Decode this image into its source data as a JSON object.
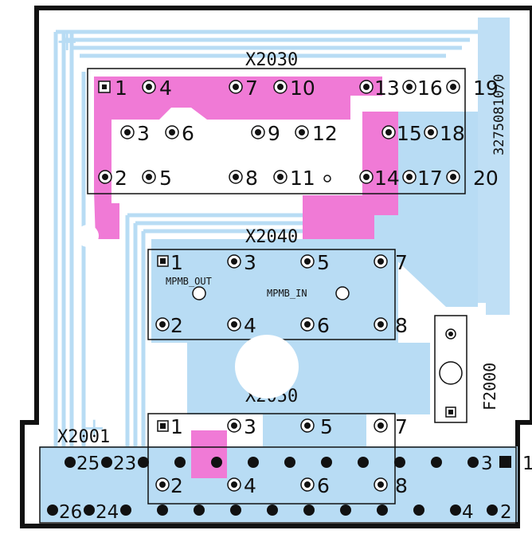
{
  "board": {
    "colors": {
      "trace": "#b8dcf4",
      "copper_top": "#f07ad6",
      "outline": "#111111",
      "ink": "#111111"
    },
    "marks": [
      "+",
      "+"
    ],
    "part_number": "32750810/0"
  },
  "connectors": {
    "x2030": {
      "name": "X2030",
      "pins": [
        "1",
        "2",
        "3",
        "4",
        "5",
        "6",
        "7",
        "8",
        "9",
        "10",
        "11",
        "12",
        "13",
        "14",
        "15",
        "16",
        "17",
        "18",
        "19",
        "20"
      ]
    },
    "x2040": {
      "name": "X2040",
      "pins": [
        "1",
        "2",
        "3",
        "4",
        "5",
        "6",
        "7",
        "8"
      ],
      "pads": [
        "MPMB_OUT",
        "MPMB_IN"
      ]
    },
    "x2050": {
      "name": "X2050",
      "pins": [
        "1",
        "2",
        "3",
        "4",
        "5",
        "6",
        "7",
        "8"
      ]
    },
    "x2001": {
      "name": "X2001",
      "pins": [
        "1",
        "2",
        "3",
        "4",
        "23",
        "24",
        "25",
        "26"
      ]
    },
    "f2000": {
      "name": "F2000"
    }
  }
}
